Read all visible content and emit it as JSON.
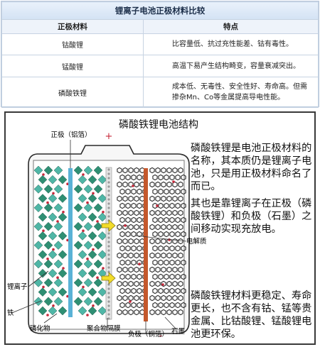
{
  "table": {
    "title": "锂离子电池正极材料比较",
    "col_material": "正极材料",
    "col_feature": "特点",
    "rows": [
      {
        "material": "钴酸锂",
        "feature": [
          "比容量低、抗过充性能差、钴有毒性。"
        ]
      },
      {
        "material": "锰酸锂",
        "feature": [
          "高温下易产生结构畸变，容量衰减突出。"
        ]
      },
      {
        "material": "磷酸铁锂",
        "feature": [
          "成本低、无毒性、安全性好、寿命高。但需",
          "掺杂Mn、Co等金属提高导电性能。"
        ]
      }
    ]
  },
  "diagram": {
    "title": "磷酸铁锂电池结构",
    "plus_sign": "+",
    "minus_sign": "-",
    "labels": {
      "positive": "正极（铝箔）",
      "lithium_ion": "锂离子",
      "iron": "铁",
      "phosphide": "磷化物",
      "separator": "聚合物隔膜",
      "negative": "负极（铜箔）",
      "graphite": "石墨",
      "electrolyte": "电解质"
    },
    "descriptions": [
      "磷酸铁锂是电池正极材料的名称，其本质仍是锂离子电池，只是用正极材料命名了而已。",
      "其也是靠锂离子在正极（磷酸铁锂）和负极（石墨）之间移动实现充放电。",
      "磷酸铁锂材料更稳定、寿命更长，也不含有钴、锰等贵金属、比钴酸锂、锰酸锂电池更环保。"
    ],
    "colors": {
      "aluminum_foil": "#5ab2d6",
      "copper_foil": "#c4582c",
      "octahedron_green": "#2f8f73",
      "octahedron_teal": "#4fb6a6",
      "graphite": "#2b2b2b",
      "li_ion": "#c8283a",
      "arrow": "#f2dc2a"
    }
  }
}
